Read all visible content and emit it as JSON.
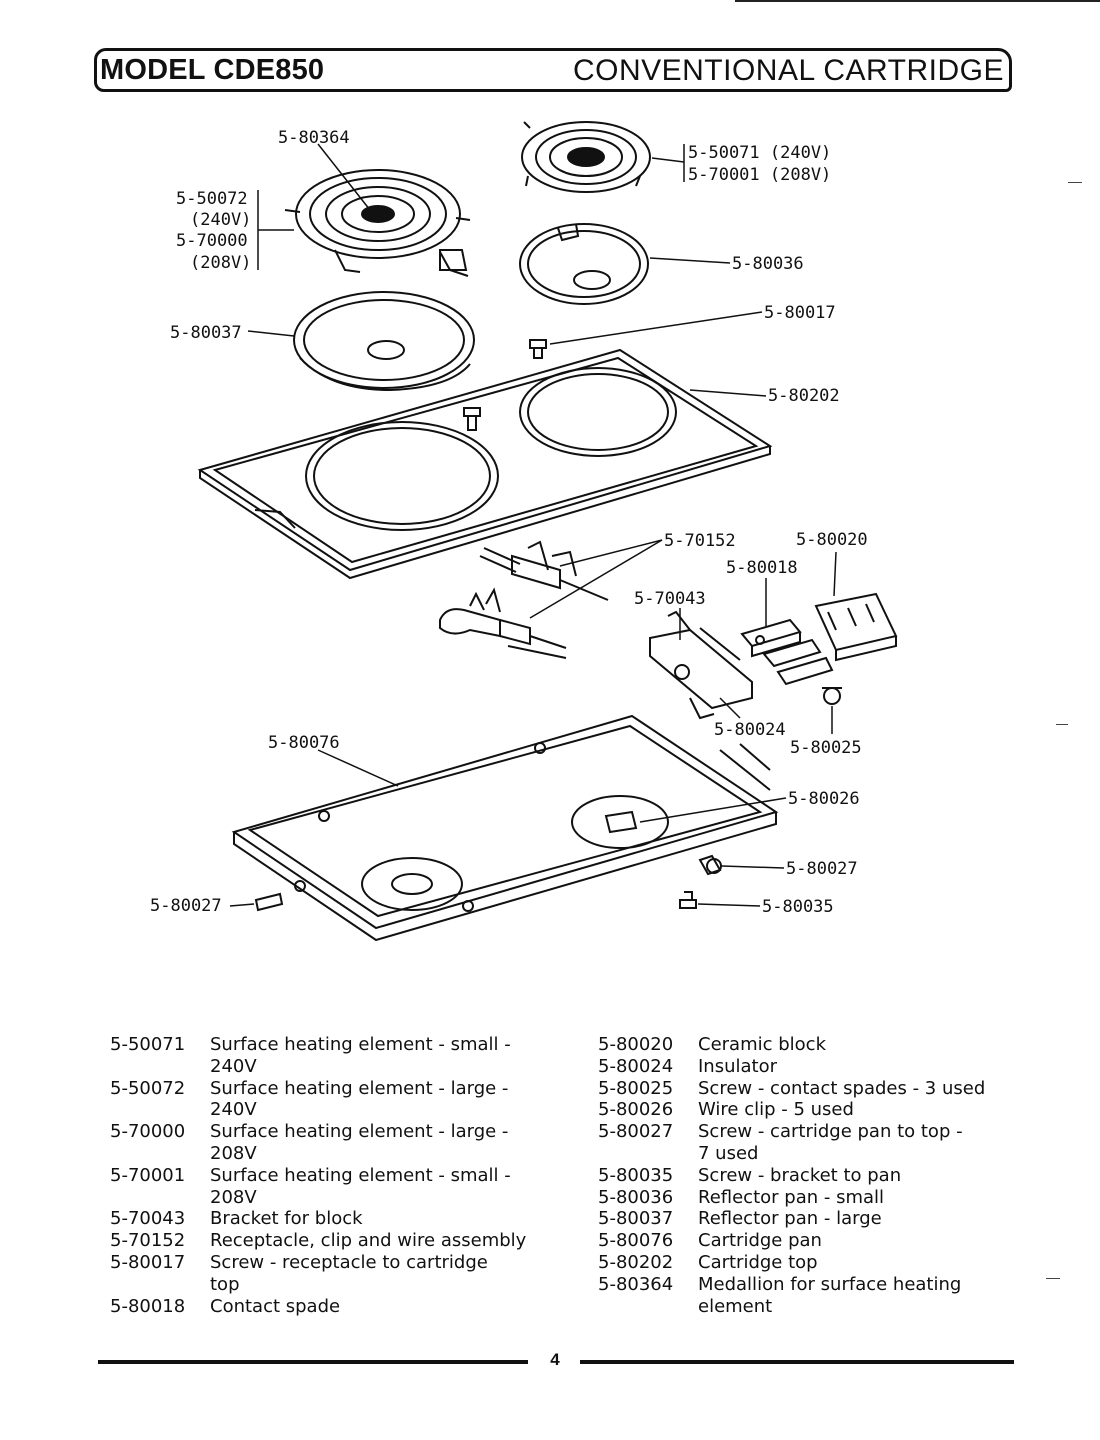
{
  "header": {
    "model": "MODEL CDE850",
    "section": "CONVENTIONAL CARTRIDGE"
  },
  "callouts": {
    "medallion": "5-80364",
    "large_elem_240": "5-50072",
    "large_elem_240_v": "(240V)",
    "large_elem_208": "5-70000",
    "large_elem_208_v": "(208V)",
    "small_elem_240": "5-50071 (240V)",
    "small_elem_208": "5-70001 (208V)",
    "reflector_small": "5-80036",
    "screw_receptacle": "5-80017",
    "reflector_large": "5-80037",
    "cartridge_top": "5-80202",
    "receptacle": "5-70152",
    "ceramic_block": "5-80020",
    "contact_spade": "5-80018",
    "bracket": "5-70043",
    "insulator": "5-80024",
    "screw_spades": "5-80025",
    "cartridge_pan": "5-80076",
    "wire_clip": "5-80026",
    "screw_pan_top_right": "5-80027",
    "screw_pan_top_left": "5-80027",
    "screw_bracket": "5-80035"
  },
  "parts_left": [
    {
      "part": "5-50071",
      "desc": "Surface heating element - small -",
      "cont": "240V"
    },
    {
      "part": "5-50072",
      "desc": "Surface heating element - large -",
      "cont": "240V"
    },
    {
      "part": "5-70000",
      "desc": "Surface heating element - large -",
      "cont": "208V"
    },
    {
      "part": "5-70001",
      "desc": "Surface heating element - small -",
      "cont": "208V"
    },
    {
      "part": "5-70043",
      "desc": "Bracket for block",
      "cont": ""
    },
    {
      "part": "5-70152",
      "desc": "Receptacle, clip and wire assembly",
      "cont": ""
    },
    {
      "part": "5-80017",
      "desc": "Screw - receptacle to cartridge",
      "cont": "top"
    },
    {
      "part": "5-80018",
      "desc": "Contact spade",
      "cont": ""
    }
  ],
  "parts_right": [
    {
      "part": "5-80020",
      "desc": "Ceramic block",
      "cont": ""
    },
    {
      "part": "5-80024",
      "desc": "Insulator",
      "cont": ""
    },
    {
      "part": "5-80025",
      "desc": "Screw - contact spades - 3 used",
      "cont": ""
    },
    {
      "part": "5-80026",
      "desc": "Wire clip - 5 used",
      "cont": ""
    },
    {
      "part": "5-80027",
      "desc": "Screw - cartridge pan to top -",
      "cont": "7 used"
    },
    {
      "part": "5-80035",
      "desc": "Screw - bracket to pan",
      "cont": ""
    },
    {
      "part": "5-80036",
      "desc": "Reflector pan - small",
      "cont": ""
    },
    {
      "part": "5-80037",
      "desc": "Reflector pan - large",
      "cont": ""
    },
    {
      "part": "5-80076",
      "desc": "Cartridge pan",
      "cont": ""
    },
    {
      "part": "5-80202",
      "desc": "Cartridge top",
      "cont": ""
    },
    {
      "part": "5-80364",
      "desc": "Medallion for surface heating",
      "cont": "element"
    }
  ],
  "footer": {
    "page_number": "4"
  }
}
